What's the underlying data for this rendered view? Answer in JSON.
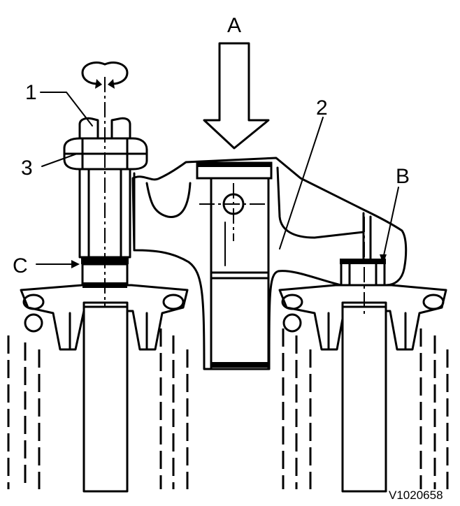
{
  "labels": {
    "A": "A",
    "B": "B",
    "C": "C",
    "one": "1",
    "two": "2",
    "three": "3"
  },
  "figure_code": "V1020658"
}
